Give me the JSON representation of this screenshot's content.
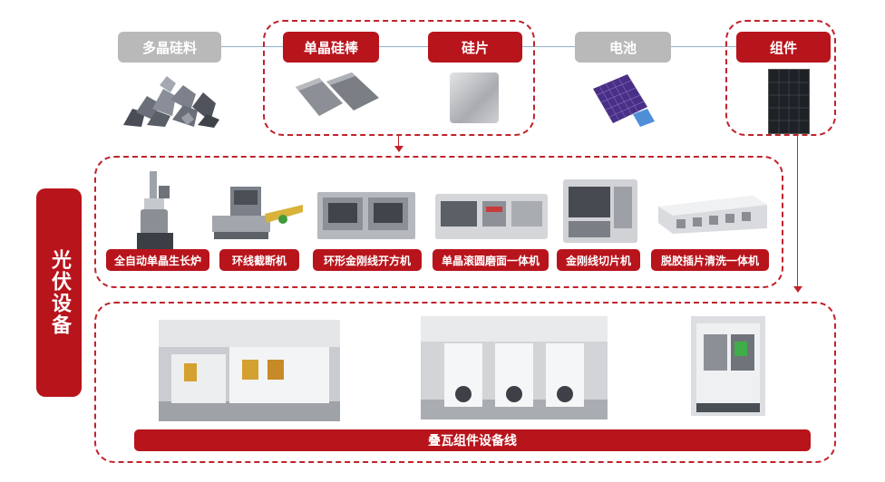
{
  "chain": {
    "polysilicon": "多晶硅料",
    "mono_ingot": "单晶硅棒",
    "wafer": "硅片",
    "cell": "电池",
    "module": "组件"
  },
  "side_label": "光伏设备",
  "equipment": [
    "全自动单晶生长炉",
    "环线截断机",
    "环形金刚线开方机",
    "单晶滚圆磨面一体机",
    "金刚线切片机",
    "脱胶插片清洗一体机"
  ],
  "module_line": "叠瓦组件设备线",
  "colors": {
    "accent_red": "#b8141c",
    "grey_tag": "#b9b9b9",
    "dashed_border": "#c0232b"
  }
}
